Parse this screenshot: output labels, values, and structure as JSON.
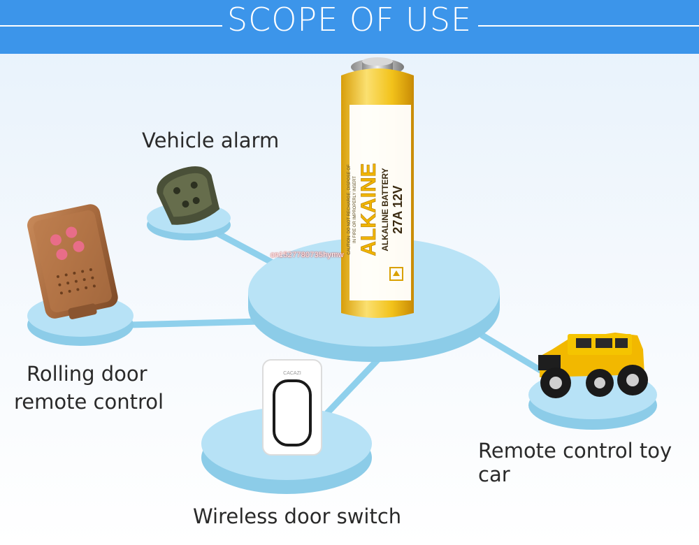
{
  "header": {
    "title": "SCOPE OF USE"
  },
  "labels": {
    "vehicle_alarm": "Vehicle alarm",
    "rolling_door_line1": "Rolling door",
    "rolling_door_line2": "remote control",
    "toy_car": "Remote control toy car",
    "door_switch": "Wireless door switch"
  },
  "battery": {
    "brand": "ALKAINE",
    "type": "ALKALINE BATTERY",
    "model": "27A 12V",
    "caution_line1": "CAUTION: DO NOT RECHARGE, DISPOSE OF",
    "caution_line2": "IN FIRE OR IMPROPERLY INSERT"
  },
  "doorbell_brand": "CACAZI",
  "watermark": "cn1527780735hymw",
  "colors": {
    "header": "#3c95ea",
    "platform": "#b7e2f6",
    "platform_side": "#8ccce8",
    "battery_gold": "#f0c21c",
    "battery_label": "#ffffff",
    "car_yellow": "#f2b800"
  }
}
